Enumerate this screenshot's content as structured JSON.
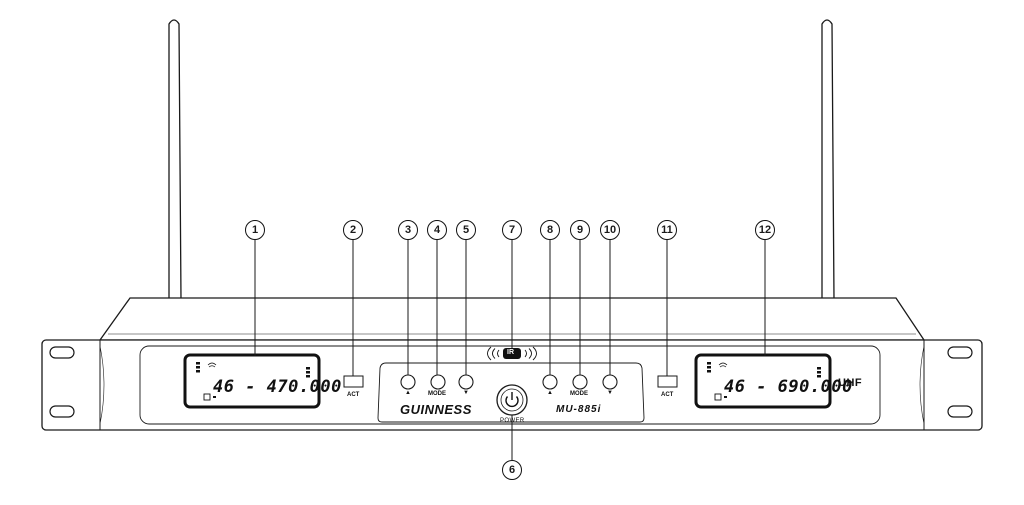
{
  "device": {
    "brand": "GUINNESS",
    "model": "MU-885i",
    "band": "UHF",
    "power_label": "POWER",
    "ir_label": "IR",
    "channel_a": {
      "act_label": "ACT",
      "display": "46 - 470.000",
      "up_symbol": "▲",
      "mode_label": "MODE",
      "down_symbol": "▼"
    },
    "channel_b": {
      "act_label": "ACT",
      "display": "46 - 690.000",
      "up_symbol": "▲",
      "mode_label": "MODE",
      "down_symbol": "▼"
    }
  },
  "callouts": [
    "1",
    "2",
    "3",
    "4",
    "5",
    "6",
    "7",
    "8",
    "9",
    "10",
    "11",
    "12"
  ],
  "colors": {
    "outline": "#1a1a1a",
    "background": "#ffffff",
    "lcd_border": "#111111"
  }
}
